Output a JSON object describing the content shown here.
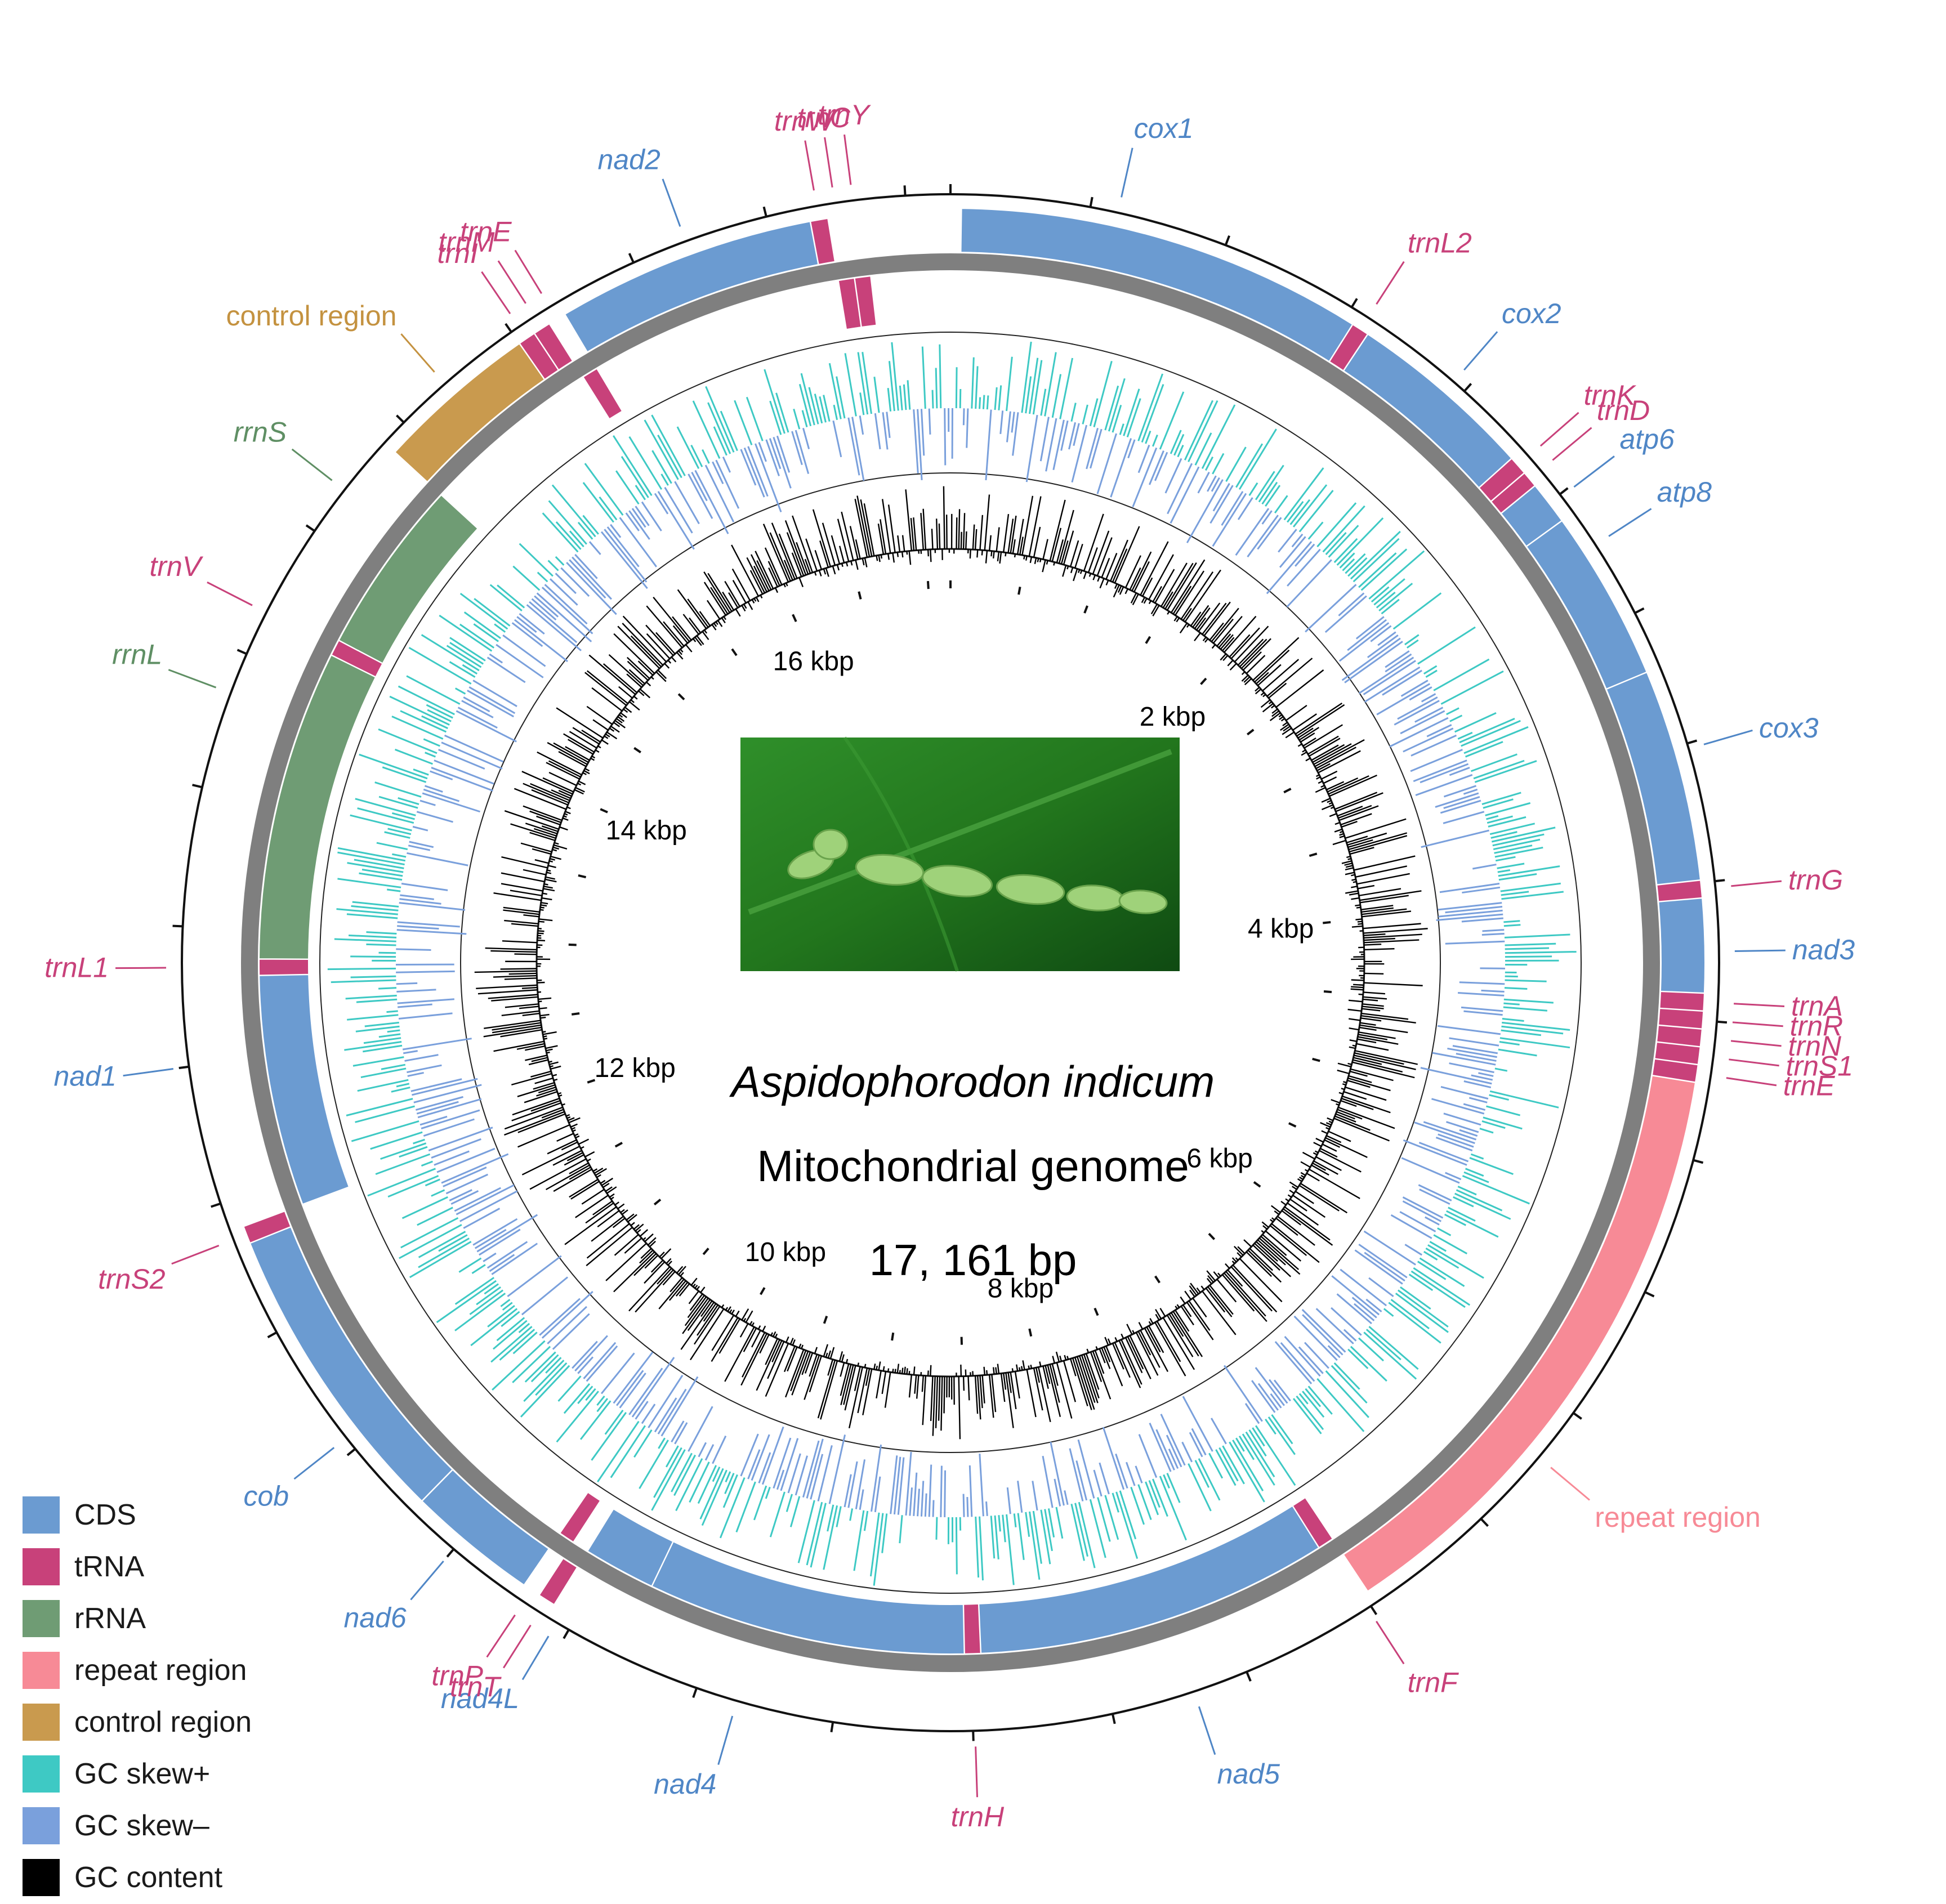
{
  "title": {
    "species": "Aspidophorodon indicum",
    "subtitle": "Mitochondrial genome",
    "length": "17, 161 bp"
  },
  "genome_length_bp": 17161,
  "colors": {
    "CDS": "#6b9bd1",
    "tRNA": "#c8417a",
    "rRNA": "#6f9c74",
    "repeat": "#f78a96",
    "control": "#c99a4e",
    "gc_skew_plus": "#3ec9c4",
    "gc_skew_minus": "#7aa0dc",
    "gc_content": "#000000"
  },
  "features": [
    {
      "name": "cox1",
      "type": "CDS",
      "start": 40,
      "end": 1535,
      "strand": "+",
      "label_pos": 600
    },
    {
      "name": "trnL2",
      "type": "tRNA",
      "start": 1536,
      "end": 1600,
      "strand": "+"
    },
    {
      "name": "cox2",
      "type": "CDS",
      "start": 1601,
      "end": 2290,
      "strand": "+",
      "label_pos": 1950
    },
    {
      "name": "trnK",
      "type": "tRNA",
      "start": 2291,
      "end": 2360,
      "strand": "+"
    },
    {
      "name": "trnD",
      "type": "tRNA",
      "start": 2361,
      "end": 2420,
      "strand": "+"
    },
    {
      "name": "atp8",
      "type": "CDS",
      "start": 2421,
      "end": 2580,
      "strand": "+",
      "label_pos": 2720
    },
    {
      "name": "atp6",
      "type": "CDS",
      "start": 2581,
      "end": 3210,
      "strand": "+",
      "label_pos": 2510
    },
    {
      "name": "cox3",
      "type": "CDS",
      "start": 3211,
      "end": 3990,
      "strand": "+",
      "label_pos": 3520
    },
    {
      "name": "trnG",
      "type": "tRNA",
      "start": 3991,
      "end": 4055,
      "strand": "+"
    },
    {
      "name": "nad3",
      "type": "CDS",
      "start": 4056,
      "end": 4400,
      "strand": "+",
      "label_pos": 4250
    },
    {
      "name": "trnA",
      "type": "tRNA",
      "start": 4401,
      "end": 4465,
      "strand": "+"
    },
    {
      "name": "trnR",
      "type": "tRNA",
      "start": 4466,
      "end": 4530,
      "strand": "+"
    },
    {
      "name": "trnN",
      "type": "tRNA",
      "start": 4531,
      "end": 4595,
      "strand": "+"
    },
    {
      "name": "trnS1",
      "type": "tRNA",
      "start": 4596,
      "end": 4660,
      "strand": "+"
    },
    {
      "name": "trnE",
      "type": "tRNA",
      "start": 4661,
      "end": 4725,
      "strand": "+"
    },
    {
      "name": "repeat region",
      "type": "repeat",
      "start": 4726,
      "end": 6980,
      "strand": "+",
      "label_pos": 6200
    },
    {
      "name": "trnF",
      "type": "tRNA",
      "start": 6981,
      "end": 7045,
      "strand": "-"
    },
    {
      "name": "nad5",
      "type": "CDS",
      "start": 7046,
      "end": 8460,
      "strand": "-",
      "label_pos": 7700
    },
    {
      "name": "trnH",
      "type": "tRNA",
      "start": 8461,
      "end": 8525,
      "strand": "-"
    },
    {
      "name": "nad4",
      "type": "CDS",
      "start": 8526,
      "end": 9800,
      "strand": "-",
      "label_pos": 9350
    },
    {
      "name": "nad4L",
      "type": "CDS",
      "start": 9801,
      "end": 10090,
      "strand": "-",
      "label_pos": 10050
    },
    {
      "name": "trnT",
      "type": "tRNA",
      "start": 10091,
      "end": 10155,
      "strand": "+"
    },
    {
      "name": "trnP",
      "type": "tRNA",
      "start": 10156,
      "end": 10220,
      "strand": "-"
    },
    {
      "name": "nad6",
      "type": "CDS",
      "start": 10221,
      "end": 10700,
      "strand": "+",
      "label_pos": 10500
    },
    {
      "name": "cob",
      "type": "CDS",
      "start": 10701,
      "end": 11830,
      "strand": "+",
      "label_pos": 11050
    },
    {
      "name": "trnS2",
      "type": "tRNA",
      "start": 11831,
      "end": 11895,
      "strand": "+"
    },
    {
      "name": "nad1",
      "type": "CDS",
      "start": 11896,
      "end": 12820,
      "strand": "-",
      "label_pos": 12500
    },
    {
      "name": "trnL1",
      "type": "tRNA",
      "start": 12821,
      "end": 12885,
      "strand": "-"
    },
    {
      "name": "rrnL",
      "type": "rRNA",
      "start": 12886,
      "end": 14130,
      "strand": "-",
      "label_pos": 13850
    },
    {
      "name": "trnV",
      "type": "tRNA",
      "start": 14131,
      "end": 14195,
      "strand": "-"
    },
    {
      "name": "rrnS",
      "type": "rRNA",
      "start": 14196,
      "end": 14900,
      "strand": "-",
      "label_pos": 14680
    },
    {
      "name": "control region",
      "type": "control",
      "start": 14901,
      "end": 15500,
      "strand": "+",
      "label_pos": 15200
    },
    {
      "name": "trnI",
      "type": "tRNA",
      "start": 15501,
      "end": 15565,
      "strand": "+"
    },
    {
      "name": "trnM",
      "type": "tRNA",
      "start": 15566,
      "end": 15630,
      "strand": "+"
    },
    {
      "name": "trnE",
      "type": "tRNA",
      "start": 15631,
      "end": 15695,
      "strand": "-"
    },
    {
      "name": "nad2",
      "type": "CDS",
      "start": 15696,
      "end": 16650,
      "strand": "+",
      "label_pos": 16200
    },
    {
      "name": "trnW",
      "type": "tRNA",
      "start": 16651,
      "end": 16715,
      "strand": "+"
    },
    {
      "name": "trnC",
      "type": "tRNA",
      "start": 16716,
      "end": 16780,
      "strand": "-"
    },
    {
      "name": "trnY",
      "type": "tRNA",
      "start": 16781,
      "end": 16845,
      "strand": "-"
    }
  ],
  "tick_labels": [
    {
      "label": "2 kbp",
      "pos": 2000
    },
    {
      "label": "4 kbp",
      "pos": 4000
    },
    {
      "label": "6 kbp",
      "pos": 6000
    },
    {
      "label": "8 kbp",
      "pos": 8000
    },
    {
      "label": "10 kbp",
      "pos": 10000
    },
    {
      "label": "12 kbp",
      "pos": 12000
    },
    {
      "label": "14 kbp",
      "pos": 14000
    },
    {
      "label": "16 kbp",
      "pos": 16000
    }
  ],
  "legend": [
    {
      "label": "CDS",
      "color": "#6b9bd1"
    },
    {
      "label": "tRNA",
      "color": "#c8417a"
    },
    {
      "label": "rRNA",
      "color": "#6f9c74"
    },
    {
      "label": "repeat region",
      "color": "#f78a96"
    },
    {
      "label": "control region",
      "color": "#c99a4e"
    },
    {
      "label": "GC skew+",
      "color": "#3ec9c4"
    },
    {
      "label": "GC skew–",
      "color": "#7aa0dc"
    },
    {
      "label": "GC content",
      "color": "#000000"
    }
  ]
}
